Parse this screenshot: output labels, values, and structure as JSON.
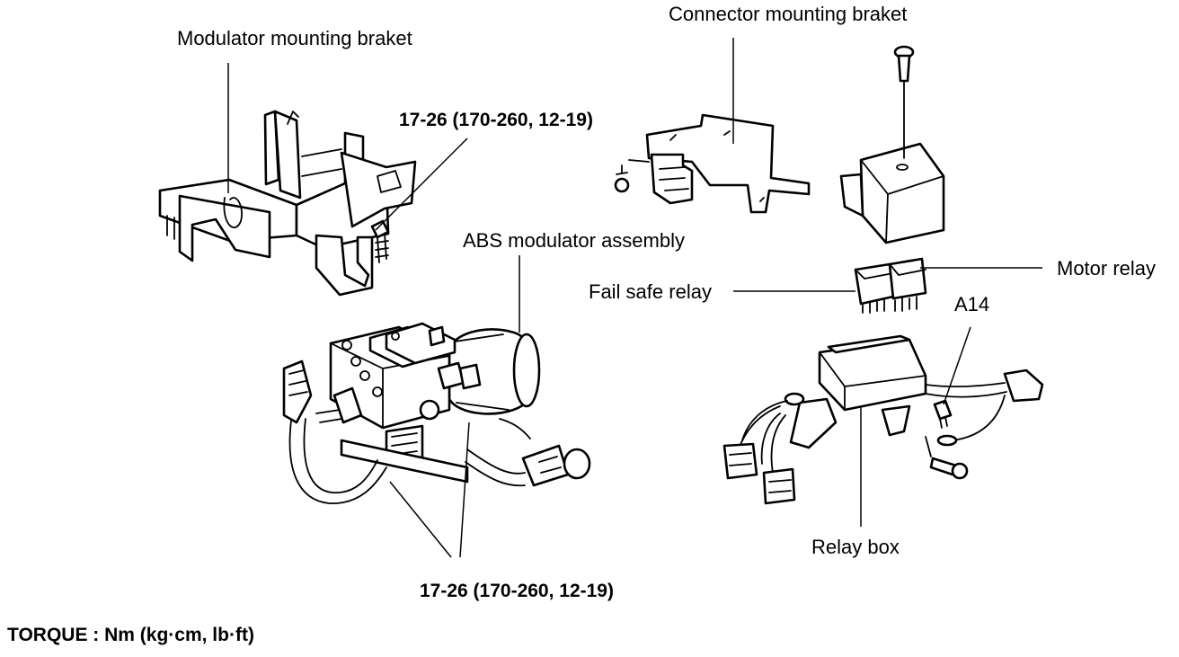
{
  "labels": {
    "modulator_bracket": "Modulator mounting braket",
    "connector_bracket": "Connector mounting braket",
    "abs_modulator": "ABS modulator assembly",
    "fail_safe_relay": "Fail safe relay",
    "motor_relay": "Motor relay",
    "a14": "A14",
    "relay_box": "Relay box",
    "torque_top": "17-26 (170-260, 12-19)",
    "torque_bottom": "17-26 (170-260, 12-19)",
    "torque_units": "TORQUE : Nm (kg·cm, lb·ft)"
  }
}
